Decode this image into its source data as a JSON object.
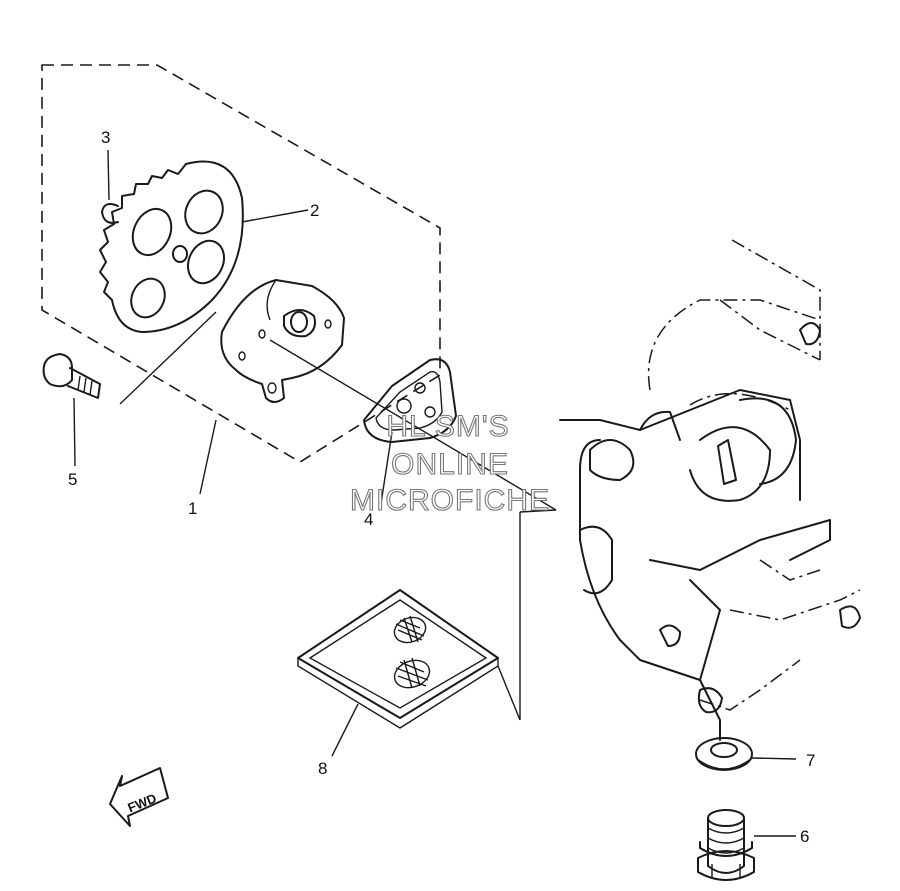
{
  "callouts": [
    {
      "id": "1",
      "label": "1"
    },
    {
      "id": "2",
      "label": "2"
    },
    {
      "id": "3",
      "label": "3"
    },
    {
      "id": "4",
      "label": "4"
    },
    {
      "id": "5",
      "label": "5"
    },
    {
      "id": "6",
      "label": "6"
    },
    {
      "id": "7",
      "label": "7"
    },
    {
      "id": "8",
      "label": "8"
    }
  ],
  "watermark": {
    "line1": "HL SM'S",
    "line2": "ONLINE",
    "line3": "MICROFICHE"
  },
  "direction_badge": {
    "label": "FWD"
  }
}
